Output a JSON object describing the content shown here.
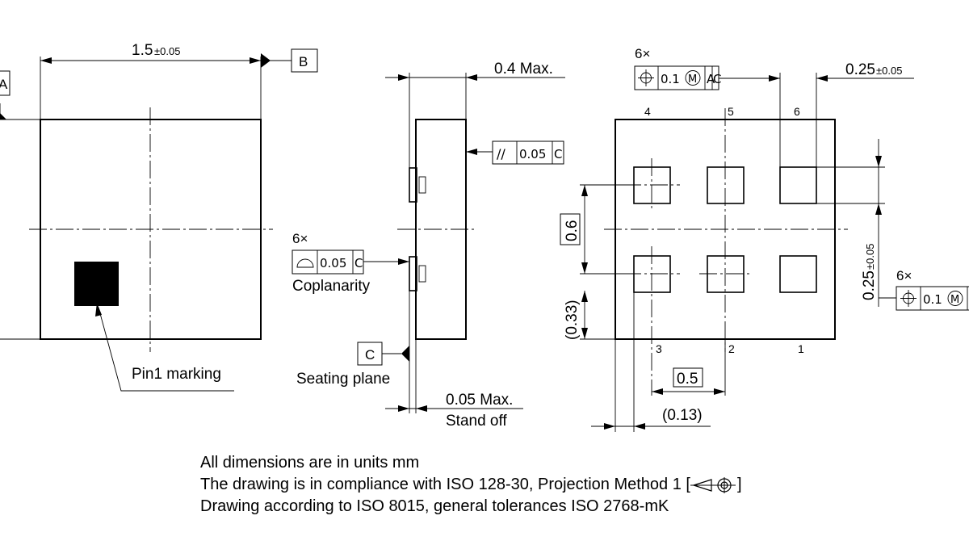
{
  "top_view": {
    "width_dim": "1.5",
    "width_tol": "±0.05",
    "datum_a": "A",
    "datum_b": "B",
    "pin1_label": "Pin1 marking"
  },
  "side_view": {
    "height_dim": "0.4 Max.",
    "parallelism_symbol": "//",
    "parallelism_value": "0.05",
    "parallelism_datum": "C",
    "coplanarity_count": "6×",
    "coplanarity_value": "0.05",
    "coplanarity_datum": "C",
    "coplanarity_label": "Coplanarity",
    "datum_c": "C",
    "seating_plane_label": "Seating plane",
    "standoff_dim": "0.05 Max.",
    "standoff_label": "Stand off"
  },
  "bottom_view": {
    "position_count": "6×",
    "position_value": "0.1",
    "position_modifier": "M",
    "position_datum_1": "A",
    "position_datum_2": "C",
    "pad_size_dim": "0.25",
    "pad_size_tol": "±0.05",
    "pad_height_dim": "0.25",
    "pad_height_tol": "±0.05",
    "row_pitch": "0.6",
    "row_offset": "(0.33)",
    "col_pitch": "0.5",
    "col_offset": "(0.13)",
    "position2_count": "6×",
    "position2_value": "0.1",
    "position2_modifier": "M",
    "pin_numbers_top": [
      "4",
      "5",
      "6"
    ],
    "pin_numbers_bottom": [
      "3",
      "2",
      "1"
    ]
  },
  "notes": {
    "line1": "All dimensions are in units mm",
    "line2": "The drawing is in compliance with ISO 128-30, Projection Method 1 [",
    "line2_end": "]",
    "line3": "Drawing according to ISO 8015, general tolerances ISO 2768-mK"
  }
}
